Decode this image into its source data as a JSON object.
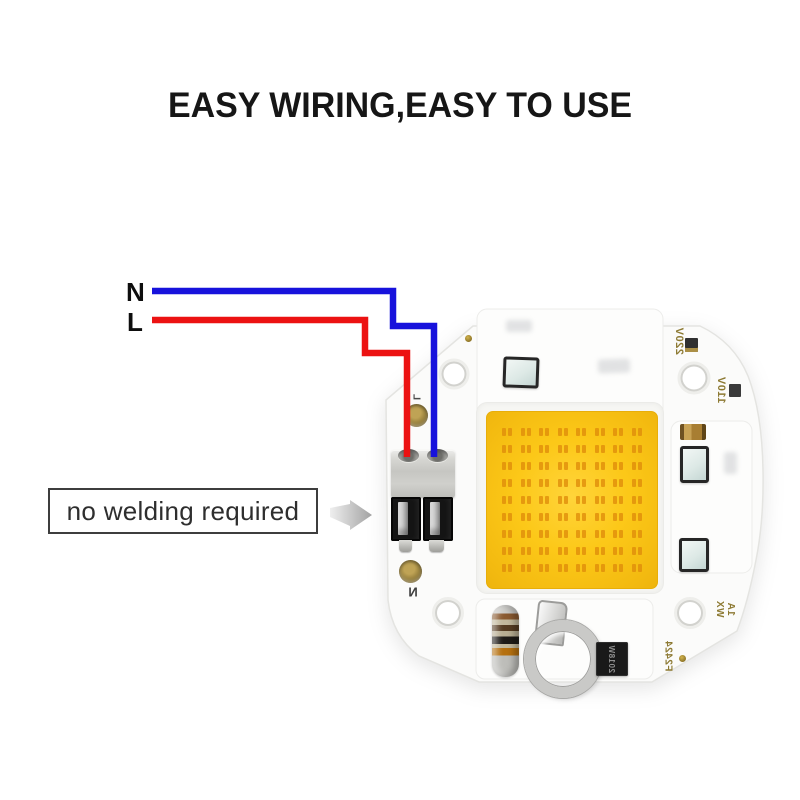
{
  "title": "EASY WIRING,EASY TO USE",
  "wiring": {
    "neutral_label": "N",
    "live_label": "L",
    "neutral_wire_color": "#1712dc",
    "live_wire_color": "#ec1212"
  },
  "annotation": {
    "text": "no welding required",
    "arrow_icon": "right-arrow"
  },
  "board": {
    "silkscreen": {
      "voltage_high": "220V",
      "voltage_low": "110V",
      "current_rating": "1A",
      "maker_code": "WX",
      "batch_code": "F2424",
      "ic_label": "2018W",
      "terminal_live": "L",
      "terminal_neutral": "N",
      "text_color": "#8d7a33"
    },
    "led": {
      "rows": 9,
      "cols": 8,
      "panel_color": "#fbc51a",
      "dot_color": "#df8c0a"
    }
  }
}
